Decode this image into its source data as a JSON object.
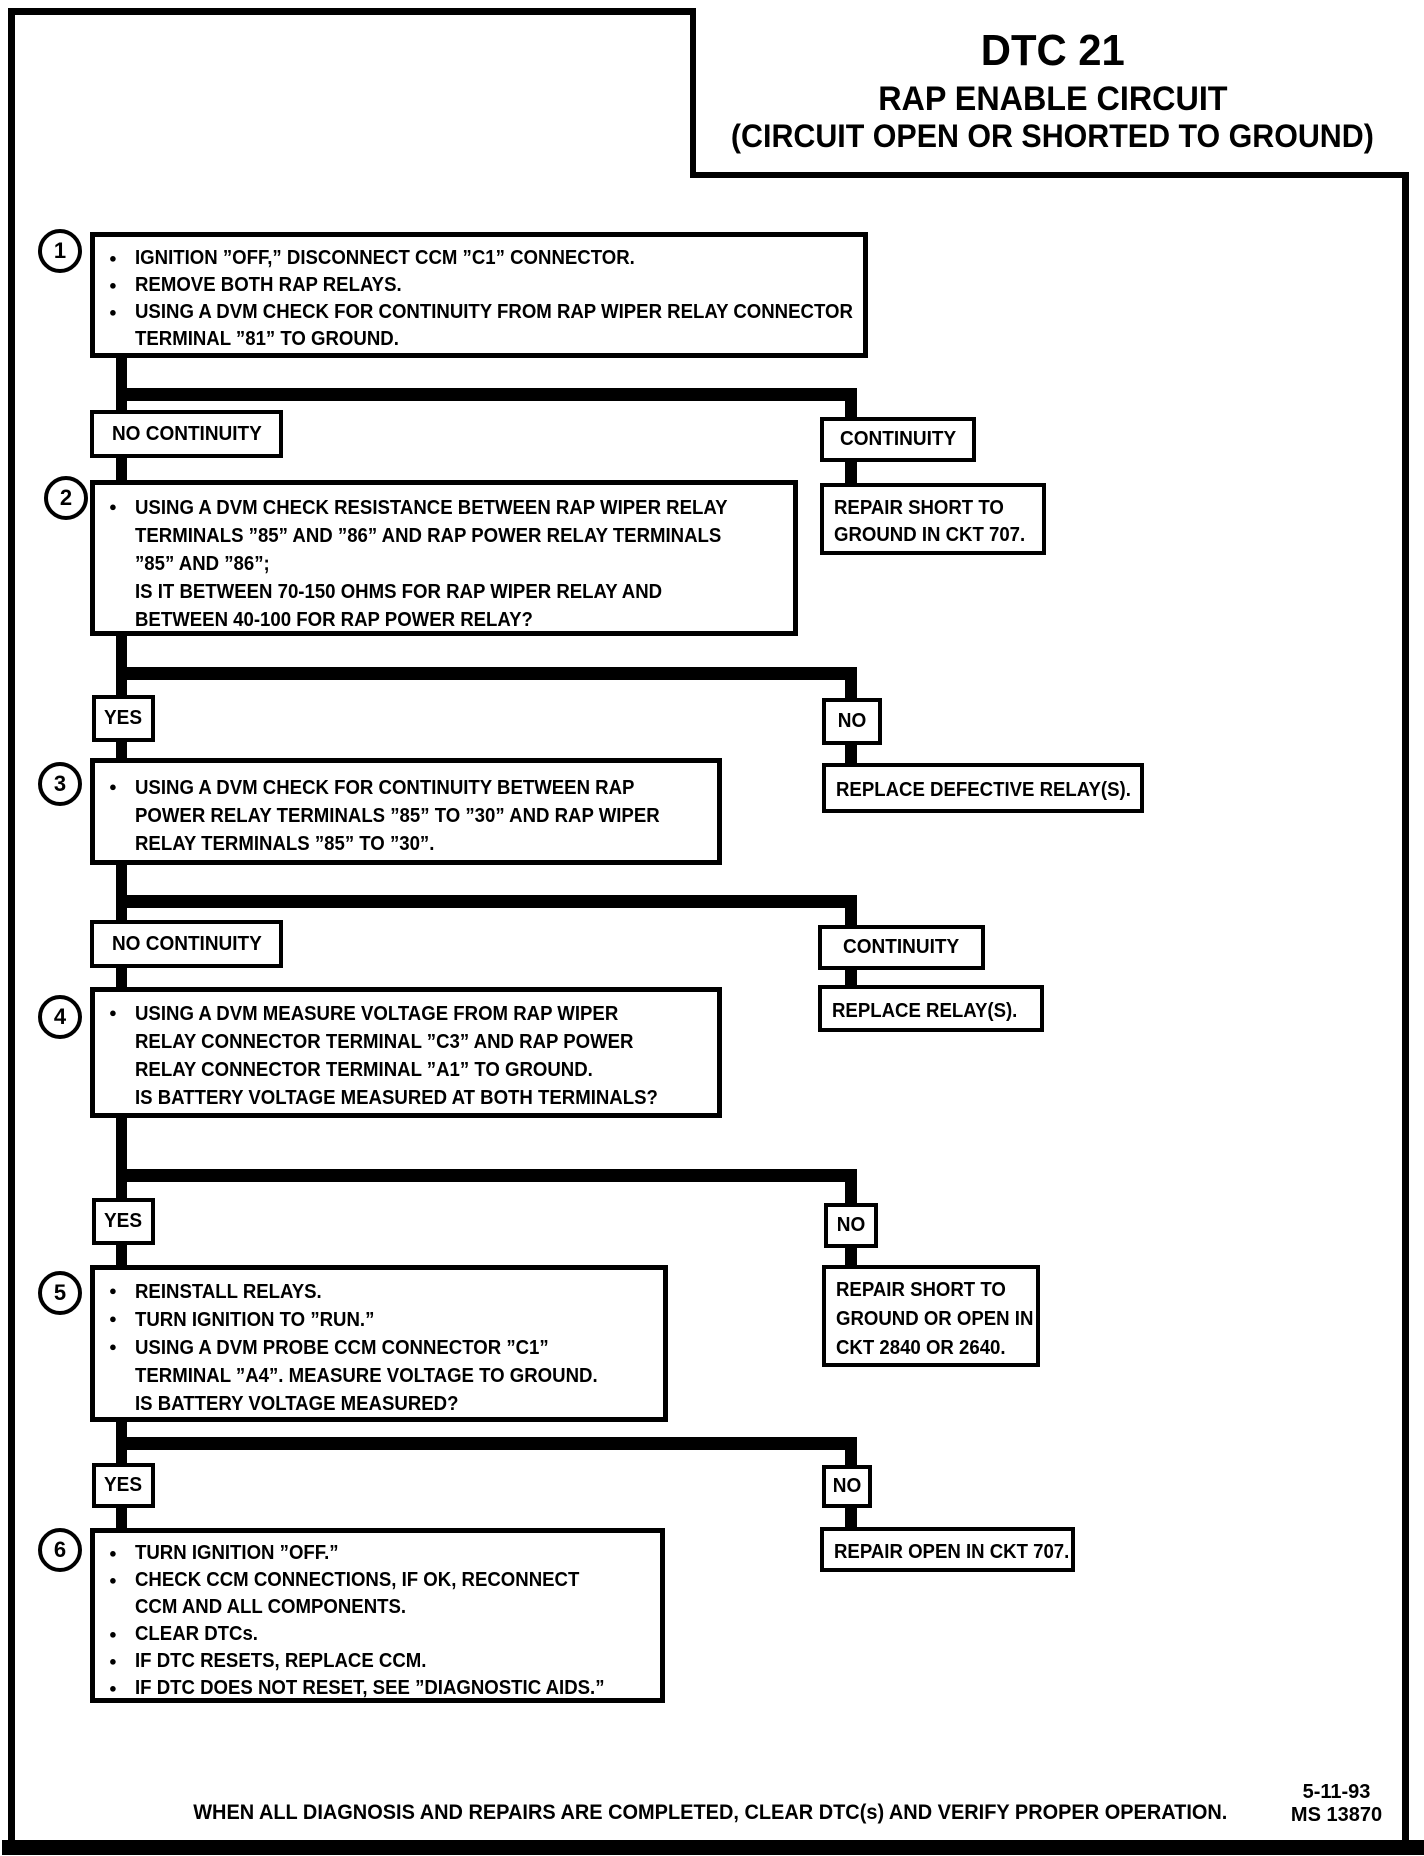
{
  "title": {
    "code": "DTC 21",
    "name": "RAP ENABLE CIRCUIT",
    "sub": "(CIRCUIT OPEN OR SHORTED TO GROUND)"
  },
  "steps": [
    {
      "num": "1",
      "lines": [
        {
          "m": 1,
          "t": "IGNITION ”OFF,” DISCONNECT CCM ”C1” CONNECTOR."
        },
        {
          "m": 1,
          "t": "REMOVE BOTH RAP RELAYS."
        },
        {
          "m": 1,
          "t": "USING A DVM CHECK FOR CONTINUITY FROM RAP WIPER RELAY CONNECTOR"
        },
        {
          "m": 0,
          "t": "TERMINAL ”81” TO GROUND."
        }
      ]
    },
    {
      "num": "2",
      "lines": [
        {
          "m": 1,
          "t": "USING A DVM CHECK RESISTANCE BETWEEN RAP WIPER RELAY"
        },
        {
          "m": 0,
          "t": "TERMINALS ”85” AND ”86” AND RAP POWER RELAY TERMINALS"
        },
        {
          "m": 0,
          "t": "”85” AND ”86”;"
        },
        {
          "m": 0,
          "t": "IS IT BETWEEN 70-150 OHMS FOR RAP WIPER RELAY AND"
        },
        {
          "m": 0,
          "t": "BETWEEN 40-100 FOR RAP POWER RELAY?"
        }
      ]
    },
    {
      "num": "3",
      "lines": [
        {
          "m": 1,
          "t": "USING A DVM CHECK FOR CONTINUITY BETWEEN RAP"
        },
        {
          "m": 0,
          "t": "POWER RELAY TERMINALS ”85” TO ”30” AND RAP WIPER"
        },
        {
          "m": 0,
          "t": "RELAY TERMINALS ”85” TO ”30”."
        }
      ]
    },
    {
      "num": "4",
      "lines": [
        {
          "m": 1,
          "t": "USING A DVM MEASURE VOLTAGE FROM RAP WIPER"
        },
        {
          "m": 0,
          "t": "RELAY CONNECTOR TERMINAL ”C3” AND RAP POWER"
        },
        {
          "m": 0,
          "t": "RELAY CONNECTOR TERMINAL ”A1” TO GROUND."
        },
        {
          "m": 0,
          "t": "IS BATTERY VOLTAGE MEASURED AT BOTH TERMINALS?"
        }
      ]
    },
    {
      "num": "5",
      "lines": [
        {
          "m": 1,
          "t": "REINSTALL RELAYS."
        },
        {
          "m": 1,
          "t": "TURN IGNITION TO ”RUN.”"
        },
        {
          "m": 1,
          "t": "USING A DVM PROBE CCM CONNECTOR ”C1”"
        },
        {
          "m": 0,
          "t": "TERMINAL ”A4”. MEASURE VOLTAGE TO GROUND."
        },
        {
          "m": 0,
          "t": "IS BATTERY VOLTAGE MEASURED?"
        }
      ]
    },
    {
      "num": "6",
      "lines": [
        {
          "m": 1,
          "t": "TURN IGNITION ”OFF.”"
        },
        {
          "m": 1,
          "t": "CHECK CCM CONNECTIONS, IF OK, RECONNECT"
        },
        {
          "m": 0,
          "t": "CCM AND ALL COMPONENTS."
        },
        {
          "m": 1,
          "t": "CLEAR DTCs."
        },
        {
          "m": 1,
          "t": "IF DTC RESETS, REPLACE CCM."
        },
        {
          "m": 1,
          "t": "IF DTC DOES NOT RESET, SEE ”DIAGNOSTIC AIDS.”"
        }
      ]
    }
  ],
  "branches": [
    {
      "left": "NO CONTINUITY",
      "right": "CONTINUITY",
      "outcome": [
        "REPAIR SHORT TO",
        "GROUND IN CKT 707."
      ]
    },
    {
      "left": "YES",
      "right": "NO",
      "outcome": [
        "REPLACE DEFECTIVE RELAY(S)."
      ]
    },
    {
      "left": "NO CONTINUITY",
      "right": "CONTINUITY",
      "outcome": [
        "REPLACE RELAY(S)."
      ]
    },
    {
      "left": "YES",
      "right": "NO",
      "outcome": [
        "REPAIR SHORT TO",
        "GROUND OR OPEN IN",
        "CKT 2840 OR 2640."
      ]
    },
    {
      "left": "YES",
      "right": "NO",
      "outcome": [
        "REPAIR OPEN IN CKT 707."
      ]
    }
  ],
  "footer": {
    "note": "WHEN ALL DIAGNOSIS AND REPAIRS ARE COMPLETED, CLEAR DTC(s) AND VERIFY PROPER OPERATION.",
    "date": "5-11-93",
    "doc": "MS 13870"
  }
}
